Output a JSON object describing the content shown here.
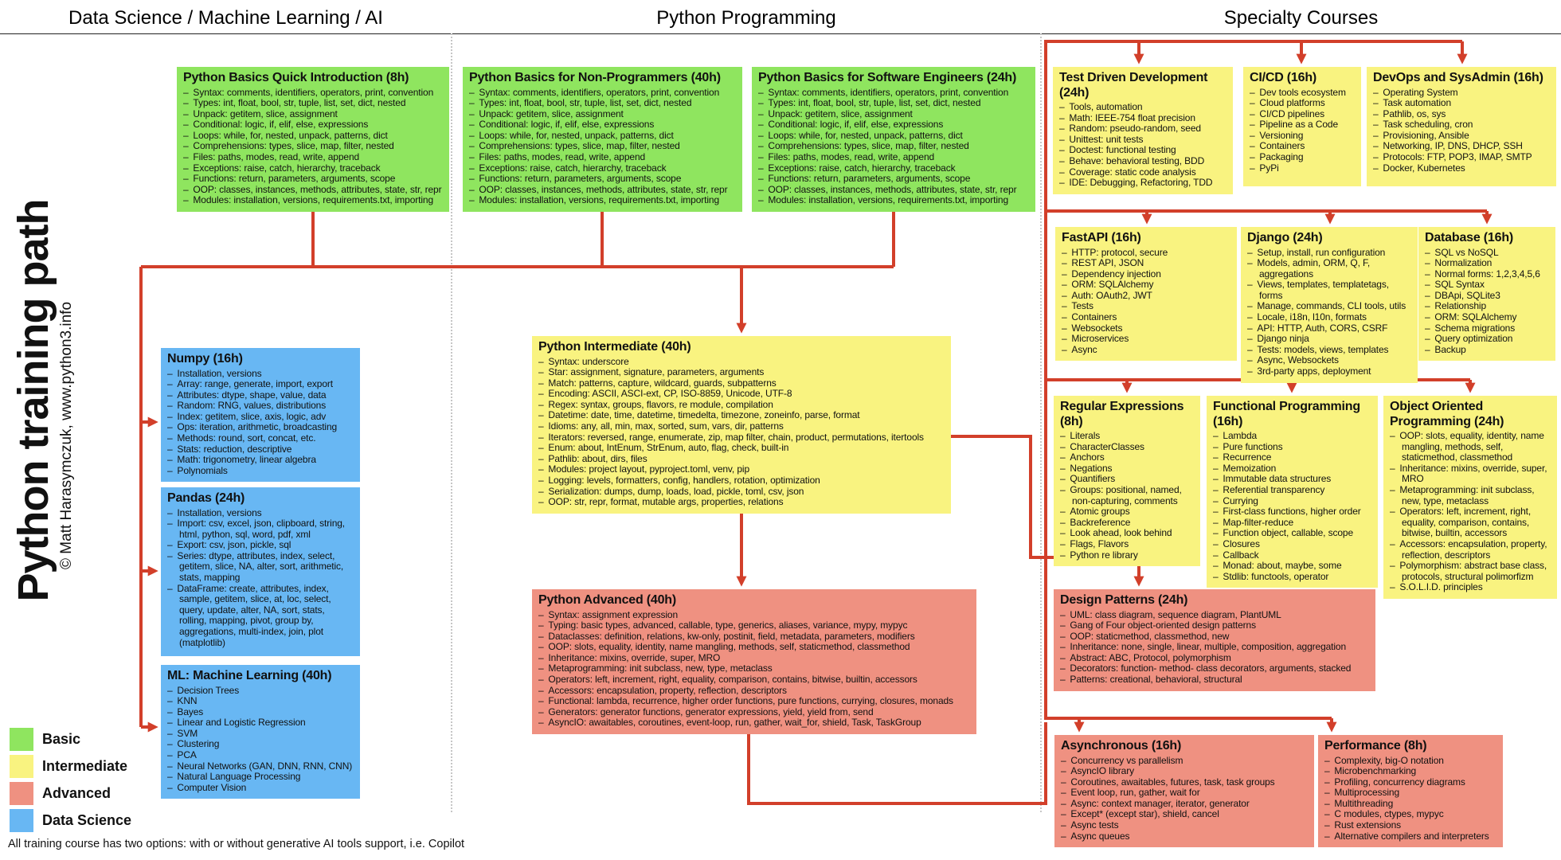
{
  "page": {
    "columns": [
      "Data Science / Machine Learning / AI",
      "Python Programming",
      "Specialty Courses"
    ],
    "sidebar_title": "Python training path",
    "sidebar_credit": "© Matt Harasymczuk, www.python3.info",
    "footnote": "All training course has two options: with or without generative AI tools support, i.e. Copilot"
  },
  "colors": {
    "basic": "#8fe55f",
    "intermediate": "#f9f380",
    "advanced": "#ef9181",
    "data_science": "#68b7f3",
    "arrow": "#d23f2a"
  },
  "legend": [
    {
      "label": "Basic",
      "color": "#8fe55f"
    },
    {
      "label": "Intermediate",
      "color": "#f9f380"
    },
    {
      "label": "Advanced",
      "color": "#ef9181"
    },
    {
      "label": "Data Science",
      "color": "#68b7f3"
    }
  ],
  "boxes": {
    "basics_quick": {
      "title": "Python Basics Quick Introduction (8h)",
      "items": [
        "Syntax: comments, identifiers, operators, print, convention",
        "Types: int, float, bool, str, tuple, list, set, dict, nested",
        "Unpack: getitem, slice, assignment",
        "Conditional: logic, if, elif, else, expressions",
        "Loops: while, for, nested, unpack, patterns, dict",
        "Comprehensions: types, slice, map, filter, nested",
        "Files: paths, modes, read, write, append",
        "Exceptions: raise, catch, hierarchy, traceback",
        "Functions: return, parameters, arguments, scope",
        "OOP: classes, instances, methods, attributes, state, str, repr",
        "Modules: installation, versions, requirements.txt, importing"
      ]
    },
    "basics_nonprog": {
      "title": "Python Basics for Non-Programmers (40h)",
      "items": [
        "Syntax: comments, identifiers, operators, print, convention",
        "Types: int, float, bool, str, tuple, list, set, dict, nested",
        "Unpack: getitem, slice, assignment",
        "Conditional: logic, if, elif, else, expressions",
        "Loops: while, for, nested, unpack, patterns, dict",
        "Comprehensions: types, slice, map, filter, nested",
        "Files: paths, modes, read, write, append",
        "Exceptions: raise, catch, hierarchy, traceback",
        "Functions: return, parameters, arguments, scope",
        "OOP: classes, instances, methods, attributes, state, str, repr",
        "Modules: installation, versions, requirements.txt, importing"
      ]
    },
    "basics_se": {
      "title": "Python Basics for Software Engineers (24h)",
      "items": [
        "Syntax: comments, identifiers, operators, print, convention",
        "Types: int, float, bool, str, tuple, list, set, dict, nested",
        "Unpack: getitem, slice, assignment",
        "Conditional: logic, if, elif, else, expressions",
        "Loops: while, for, nested, unpack, patterns, dict",
        "Comprehensions: types, slice, map, filter, nested",
        "Files: paths, modes, read, write, append",
        "Exceptions: raise, catch, hierarchy, traceback",
        "Functions: return, parameters, arguments, scope",
        "OOP: classes, instances, methods, attributes, state, str, repr",
        "Modules: installation, versions, requirements.txt, importing"
      ]
    },
    "tdd": {
      "title": "Test Driven Development (24h)",
      "items": [
        "Tools, automation",
        "Math: IEEE-754 float precision",
        "Random: pseudo-random, seed",
        "Unittest: unit tests",
        "Doctest: functional testing",
        "Behave: behavioral testing, BDD",
        "Coverage: static code analysis",
        "IDE: Debugging, Refactoring, TDD"
      ]
    },
    "cicd": {
      "title": "CI/CD (16h)",
      "items": [
        "Dev tools ecosystem",
        "Cloud platforms",
        "CI/CD pipelines",
        "Pipeline as a Code",
        "Versioning",
        "Containers",
        "Packaging",
        "PyPi"
      ]
    },
    "devops": {
      "title": "DevOps and SysAdmin (16h)",
      "items": [
        "Operating System",
        "Task automation",
        "Pathlib, os, sys",
        "Task scheduling, cron",
        "Provisioning, Ansible",
        "Networking, IP, DNS, DHCP, SSH",
        "Protocols: FTP, POP3, IMAP, SMTP",
        "Docker, Kubernetes"
      ]
    },
    "fastapi": {
      "title": "FastAPI (16h)",
      "items": [
        "HTTP: protocol, secure",
        "REST API, JSON",
        "Dependency injection",
        "ORM: SQLAlchemy",
        "Auth: OAuth2, JWT",
        "Tests",
        "Containers",
        "Websockets",
        "Microservices",
        "Async"
      ]
    },
    "django": {
      "title": "Django (24h)",
      "items": [
        "Setup, install, run configuration",
        "Models, admin, ORM, Q, F, aggregations",
        "Views, templates, templatetags, forms",
        "Manage, commands, CLI tools, utils",
        "Locale, i18n, l10n, formats",
        "API: HTTP, Auth, CORS, CSRF",
        "Django ninja",
        "Tests: models, views, templates",
        "Async, Websockets",
        "3rd-party apps, deployment"
      ]
    },
    "database": {
      "title": "Database (16h)",
      "items": [
        "SQL vs NoSQL",
        "Normalization",
        "Normal forms: 1,2,3,4,5,6",
        "SQL Syntax",
        "DBApi, SQLite3",
        "Relationship",
        "ORM: SQLAlchemy",
        "Schema migrations",
        "Query optimization",
        "Backup"
      ]
    },
    "numpy": {
      "title": "Numpy (16h)",
      "items": [
        "Installation, versions",
        "Array: range, generate, import, export",
        "Attributes: dtype, shape, value, data",
        "Random: RNG, values, distributions",
        "Index: getitem, slice, axis, logic, adv",
        "Ops: iteration, arithmetic, broadcasting",
        "Methods: round, sort, concat, etc.",
        "Stats: reduction, descriptive",
        "Math: trigonometry, linear algebra",
        "Polynomials"
      ]
    },
    "pandas": {
      "title": "Pandas (24h)",
      "items": [
        "Installation, versions",
        "Import: csv, excel, json, clipboard, string, html, python, sql, word, pdf, xml",
        "Export: csv, json, pickle, sql",
        "Series: dtype, attributes, index, select, getitem, slice, NA, alter, sort, arithmetic, stats, mapping",
        "DataFrame: create, attributes, index, sample, getitem, slice, at, loc, select, query, update, alter, NA, sort, stats, rolling, mapping, pivot, group by, aggregations, multi-index, join, plot (matplotlib)"
      ]
    },
    "ml": {
      "title": "ML: Machine Learning (40h)",
      "items": [
        "Decision Trees",
        "KNN",
        "Bayes",
        "Linear and Logistic Regression",
        "SVM",
        "Clustering",
        "PCA",
        "Neural Networks (GAN, DNN, RNN, CNN)",
        "Natural Language Processing",
        "Computer Vision"
      ]
    },
    "intermediate": {
      "title": "Python Intermediate (40h)",
      "items": [
        "Syntax: underscore",
        "Star: assignment, signature, parameters, arguments",
        "Match: patterns, capture, wildcard, guards, subpatterns",
        "Encoding: ASCII, ASCI-ext, CP, ISO-8859, Unicode, UTF-8",
        "Regex: syntax, groups, flavors, re module, compilation",
        "Datetime: date, time, datetime, timedelta, timezone, zoneinfo, parse, format",
        "Idioms: any, all, min, max, sorted, sum, vars, dir, patterns",
        "Iterators: reversed, range, enumerate, zip, map filter, chain, product, permutations, itertools",
        "Enum: about, IntEnum, StrEnum, auto, flag, check, built-in",
        "Pathlib: about, dirs, files",
        "Modules: project layout, pyproject.toml, venv, pip",
        "Logging: levels, formatters, config, handlers, rotation, optimization",
        "Serialization: dumps, dump, loads, load, pickle, toml, csv, json",
        "OOP: str, repr, format, mutable args, properties, relations"
      ]
    },
    "advanced": {
      "title": "Python Advanced (40h)",
      "items": [
        "Syntax: assignment expression",
        "Typing: basic types, advanced, callable, type, generics, aliases, variance, mypy, mypyc",
        "Dataclasses: definition, relations, kw-only, postinit, field, metadata, parameters, modifiers",
        "OOP: slots, equality, identity, name mangling, methods, self, staticmethod, classmethod",
        "Inheritance: mixins, override, super, MRO",
        "Metaprogramming: init subclass, new, type, metaclass",
        "Operators: left, increment, right, equality, comparison, contains, bitwise, builtin, accessors",
        "Accessors: encapsulation, property, reflection, descriptors",
        "Functional: lambda, recurrence, higher order functions, pure functions, currying, closures, monads",
        "Generators: generator functions, generator expressions, yield, yield from, send",
        "AsyncIO: awaitables, coroutines, event-loop, run, gather, wait_for, shield, Task, TaskGroup"
      ]
    },
    "regex": {
      "title": "Regular Expressions (8h)",
      "items": [
        "Literals",
        "CharacterClasses",
        "Anchors",
        "Negations",
        "Quantifiers",
        "Groups: positional, named, non-capturing, comments",
        "Atomic groups",
        "Backreference",
        "Look ahead, look behind",
        "Flags, Flavors",
        "Python re library"
      ]
    },
    "functional": {
      "title": "Functional Programming (16h)",
      "items": [
        "Lambda",
        "Pure functions",
        "Recurrence",
        "Memoization",
        "Immutable data structures",
        "Referential transparency",
        "Currying",
        "First-class functions, higher order",
        "Map-filter-reduce",
        "Function object, callable, scope",
        "Closures",
        "Callback",
        "Monad: about, maybe, some",
        "Stdlib: functools, operator"
      ]
    },
    "oop": {
      "title": "Object Oriented Programming (24h)",
      "items": [
        "OOP: slots, equality, identity, name mangling, methods, self, staticmethod, classmethod",
        "Inheritance: mixins, override, super, MRO",
        "Metaprogramming: init subclass, new, type, metaclass",
        "Operators: left, increment, right, equality, comparison, contains, bitwise, builtin, accessors",
        "Accessors: encapsulation, property, reflection, descriptors",
        "Polymorphism: abstract base class, protocols, structural polimorfizm",
        "S.O.L.I.D. principles"
      ]
    },
    "design_patterns": {
      "title": "Design Patterns (24h)",
      "items": [
        "UML: class diagram, sequence diagram, PlantUML",
        "Gang of Four object-oriented design patterns",
        "OOP: staticmethod, classmethod, new",
        "Inheritance: none, single, linear, multiple, composition, aggregation",
        "Abstract: ABC, Protocol, polymorphism",
        "Decorators: function- method- class decorators, arguments, stacked",
        "Patterns: creational, behavioral, structural"
      ]
    },
    "asynchronous": {
      "title": "Asynchronous (16h)",
      "items": [
        "Concurrency vs parallelism",
        "AsyncIO library",
        "Coroutines, awaitables, futures, task, task groups",
        "Event loop, run, gather, wait for",
        "Async: context manager, iterator, generator",
        "Except* (except star), shield, cancel",
        "Async tests",
        "Async queues"
      ]
    },
    "performance": {
      "title": "Performance (8h)",
      "items": [
        "Complexity, big-O notation",
        "Microbenchmarking",
        "Profiling, concurrency diagrams",
        "Multiprocessing",
        "Multithreading",
        "C modules, ctypes, mypyc",
        "Rust extensions",
        "Alternative compilers and interpreters"
      ]
    }
  }
}
